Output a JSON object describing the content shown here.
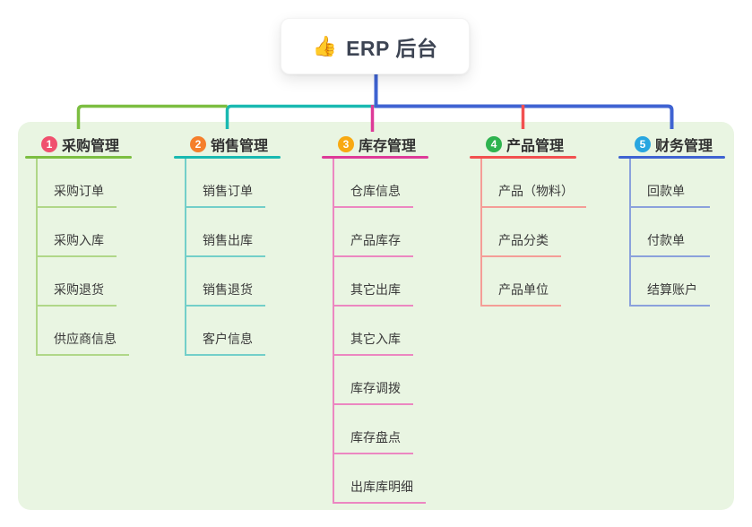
{
  "root": {
    "icon": "👍",
    "label": "ERP 后台"
  },
  "colors": {
    "page_bg": "#ffffff",
    "panel_bg": "#e9f5e2",
    "root_text": "#3d4453",
    "branch_text": "#303030",
    "child_text": "#3a3a3a",
    "stem_blue": "#4a66d4"
  },
  "branches": [
    {
      "id": "purchase",
      "badge": "1",
      "label": "采购管理",
      "badge_color": "#f0506e",
      "line_color": "#7cbe41",
      "line_light": "#b0d788",
      "children": [
        "采购订单",
        "采购入库",
        "采购退货",
        "供应商信息"
      ]
    },
    {
      "id": "sales",
      "badge": "2",
      "label": "销售管理",
      "badge_color": "#f57f2c",
      "line_color": "#19b9b1",
      "line_light": "#73cfc9",
      "children": [
        "销售订单",
        "销售出库",
        "销售退货",
        "客户信息"
      ]
    },
    {
      "id": "inventory",
      "badge": "3",
      "label": "库存管理",
      "badge_color": "#f8a912",
      "line_color": "#de3a98",
      "line_light": "#ec87c1",
      "children": [
        "仓库信息",
        "产品库存",
        "其它出库",
        "其它入库",
        "库存调拨",
        "库存盘点",
        "出库库明细"
      ]
    },
    {
      "id": "product",
      "badge": "4",
      "label": "产品管理",
      "badge_color": "#2eb34f",
      "line_color": "#f25050",
      "line_light": "#f59d97",
      "children": [
        "产品（物料）",
        "产品分类",
        "产品单位"
      ]
    },
    {
      "id": "finance",
      "badge": "5",
      "label": "财务管理",
      "badge_color": "#28a6e0",
      "line_color": "#3f63d2",
      "line_light": "#8ba1dc",
      "children": [
        "回款单",
        "付款单",
        "结算账户"
      ]
    }
  ]
}
